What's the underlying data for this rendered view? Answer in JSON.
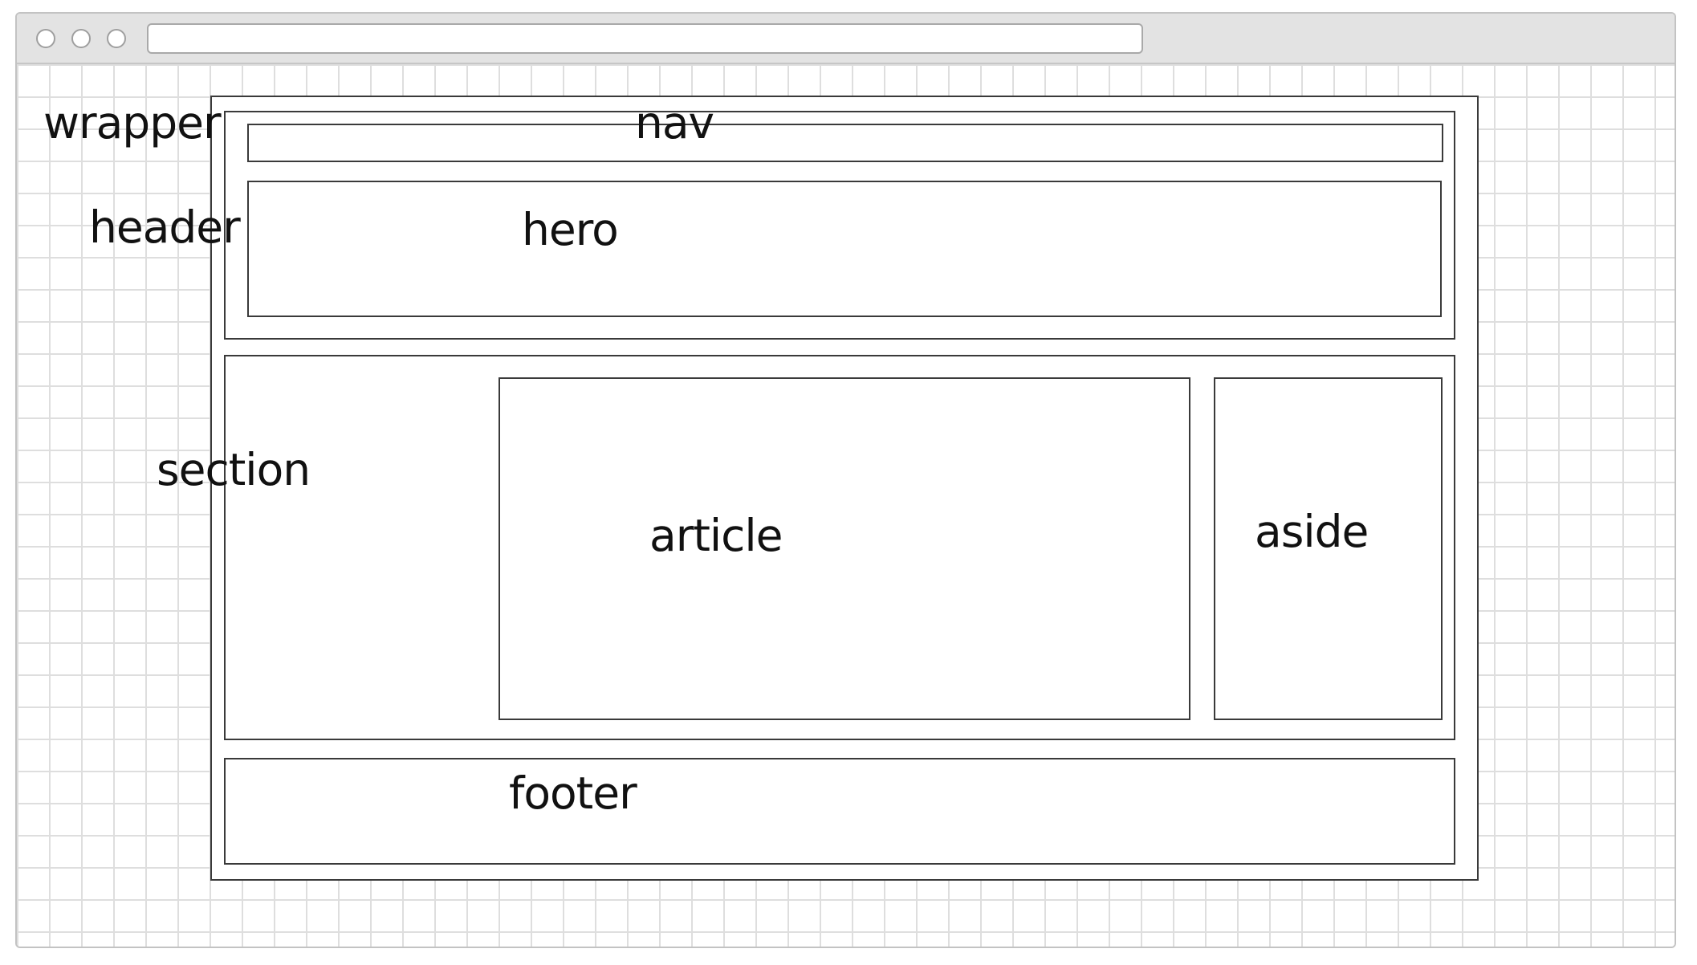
{
  "diagram": {
    "labels": {
      "wrapper": "wrapper",
      "header": "header",
      "nav": "nav",
      "hero": "hero",
      "section": "section",
      "article": "article",
      "aside": "aside",
      "footer": "footer"
    }
  },
  "colors": {
    "grid_line": "#dedede",
    "titlebar": "#e3e3e3",
    "box_border": "#3a3a3a"
  }
}
